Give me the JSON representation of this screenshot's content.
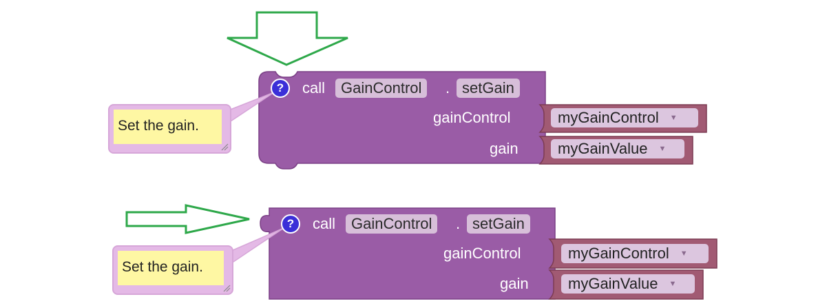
{
  "colors": {
    "block": "#9a5ca6",
    "block_border": "#7a3f85",
    "plug": "#a15a73",
    "plug_border": "#7c3b53",
    "chip": "#d7bfd9",
    "note": "#fef7a3",
    "bubble": "#e4b9e6",
    "help": "#3b2fd8",
    "arrow": "#2ea84a"
  },
  "icons": {
    "help": "question-mark-icon",
    "dropdown": "triangle-down-icon",
    "resize": "resize-grip-icon",
    "arrow_down": "arrow-down-outline-icon",
    "arrow_right": "arrow-right-outline-icon"
  },
  "blocks": [
    {
      "help_glyph": "?",
      "call_label": "call",
      "component": "GainControl",
      "dot": ".",
      "method": "setGain",
      "params": [
        {
          "label": "gainControl",
          "value": "myGainControl",
          "caret": "▼"
        },
        {
          "label": "gain",
          "value": "myGainValue",
          "caret": "▼"
        }
      ],
      "comment": "Set the gain."
    },
    {
      "help_glyph": "?",
      "call_label": "call",
      "component": "GainControl",
      "dot": ".",
      "method": "setGain",
      "params": [
        {
          "label": "gainControl",
          "value": "myGainControl",
          "caret": "▼"
        },
        {
          "label": "gain",
          "value": "myGainValue",
          "caret": "▼"
        }
      ],
      "comment": "Set the gain."
    }
  ]
}
